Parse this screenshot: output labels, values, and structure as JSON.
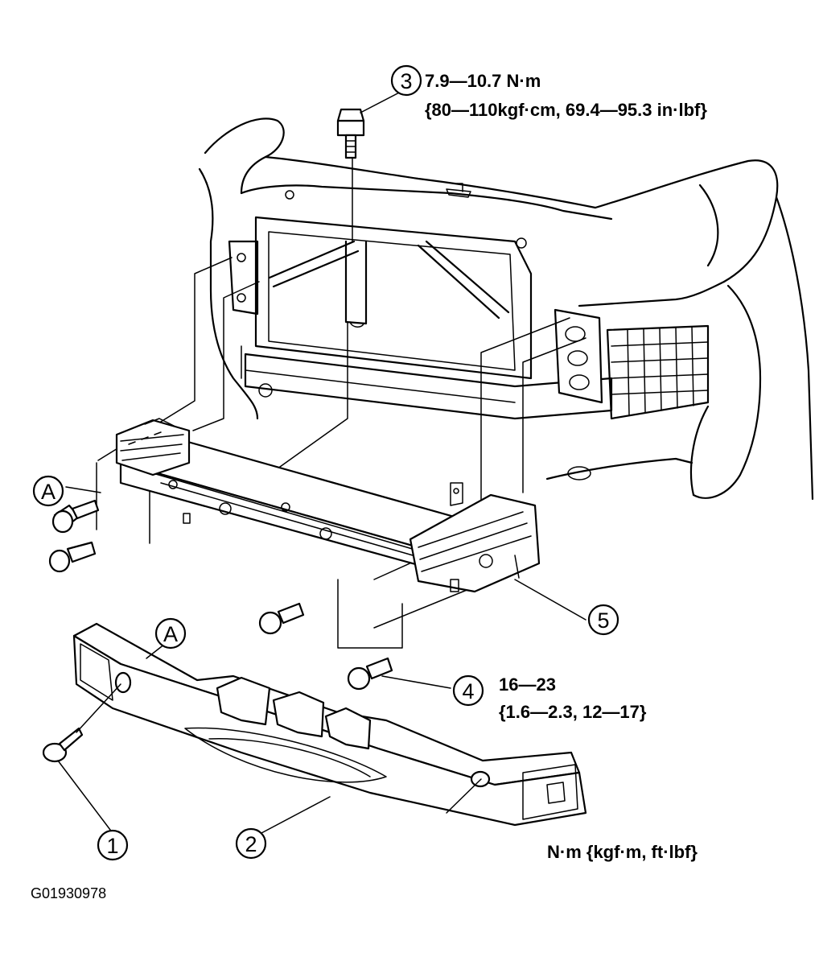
{
  "callouts": {
    "c1": "1",
    "c2": "2",
    "c3": "3",
    "c4": "4",
    "c5": "5",
    "a_upper": "A",
    "a_lower": "A"
  },
  "torque_specs": {
    "item3_line1": "7.9—10.7 N·m",
    "item3_line2": "{80—110kgf·cm, 69.4—95.3 in·lbf}",
    "item4_line1": "16—23",
    "item4_line2": "{1.6—2.3, 12—17}"
  },
  "units_note": "N·m {kgf·m, ft·lbf}",
  "figure_id": "G01930978"
}
